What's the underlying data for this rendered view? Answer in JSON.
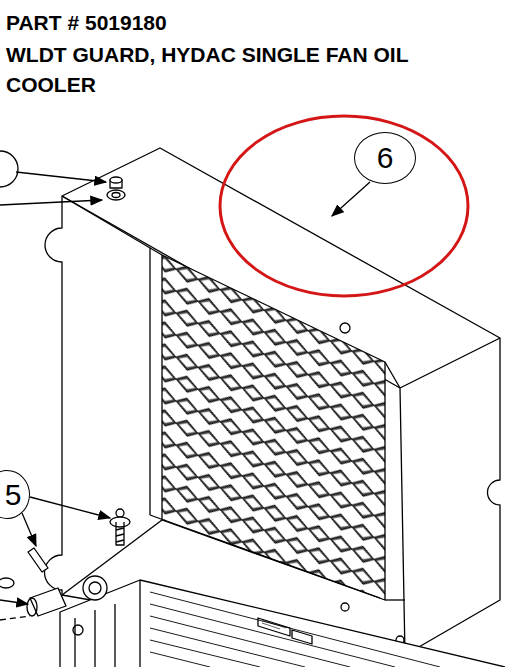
{
  "diagram": {
    "title": "PART # 5019180",
    "nodes": [
      {
        "text": [
          "6"
        ]
      },
      {
        "text": [
          "5"
        ]
      }
    ],
    "labels": [
      "WLDT GUARD, HYDAC SINGLE FAN OIL COOLER"
    ]
  }
}
